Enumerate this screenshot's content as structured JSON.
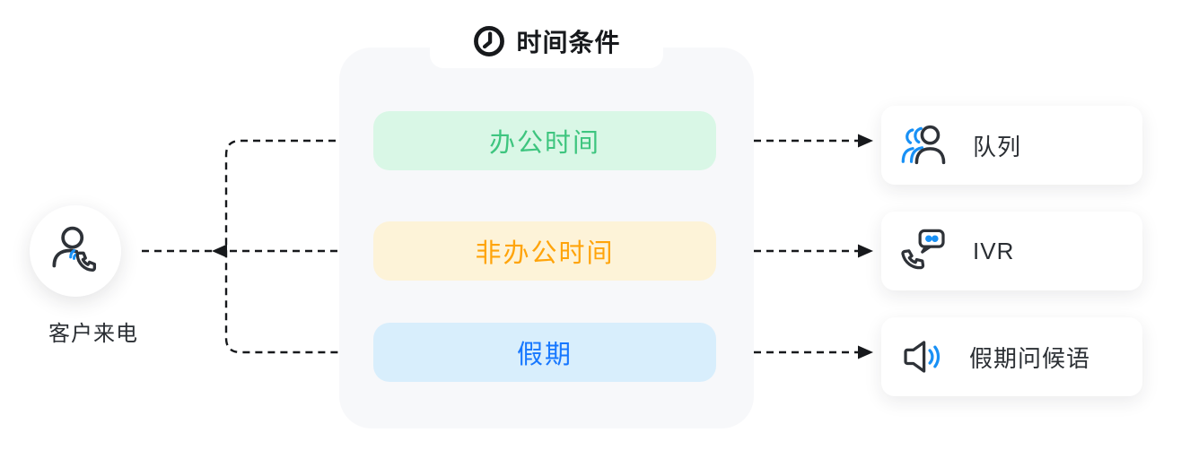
{
  "source_node": {
    "label": "客户来电",
    "icon": "caller-person-phone-icon"
  },
  "time_panel": {
    "title": "时间条件",
    "title_icon": "clock-icon",
    "panel_bg": "#f7f8fa",
    "branches": [
      {
        "id": "office_hours",
        "label": "办公时间",
        "bg": "#d9f7e6",
        "color": "#3ec57f"
      },
      {
        "id": "non_office_hours",
        "label": "非办公时间",
        "bg": "#fdf3d8",
        "color": "#ffa40a"
      },
      {
        "id": "holiday",
        "label": "假期",
        "bg": "#d8eefc",
        "color": "#1677ff"
      }
    ]
  },
  "targets": [
    {
      "id": "queue",
      "label": "队列",
      "icon": "queue-people-icon"
    },
    {
      "id": "ivr",
      "label": "IVR",
      "icon": "ivr-phone-bubble-icon"
    },
    {
      "id": "holiday_greeting",
      "label": "假期问候语",
      "icon": "holiday-greeting-speaker-icon"
    }
  ],
  "edges": [
    {
      "from": "客户来电",
      "to": "办公时间"
    },
    {
      "from": "客户来电",
      "to": "非办公时间"
    },
    {
      "from": "客户来电",
      "to": "假期"
    },
    {
      "from": "办公时间",
      "to": "队列"
    },
    {
      "from": "非办公时间",
      "to": "IVR"
    },
    {
      "from": "假期",
      "to": "假期问候语"
    }
  ],
  "colors": {
    "accent_blue": "#1890f5",
    "dark_stroke": "#2e3238",
    "connector_line": "#17191c",
    "text_dark": "#2a2e33"
  }
}
